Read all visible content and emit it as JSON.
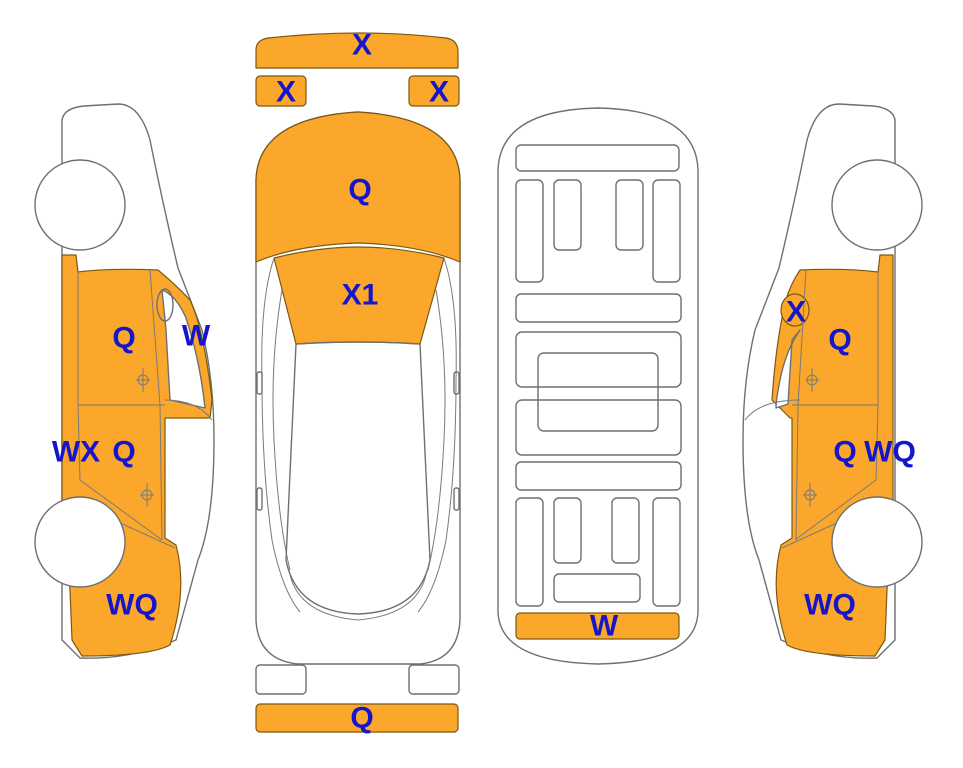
{
  "colors": {
    "marked_fill": "#fba72b",
    "label_text": "#1515cc",
    "outline": "#6f6f6f"
  },
  "labels": {
    "front_bumper": "X",
    "headlight_left": "X",
    "headlight_right": "X",
    "hood": "Q",
    "windshield": "X1",
    "left_front_door": "Q",
    "left_a_pillar": "W",
    "left_rocker": "WX",
    "left_rear_door": "Q",
    "left_rear_quarter": "WQ",
    "trunk_panel": "W",
    "rear_bumper": "Q",
    "right_mirror": "X",
    "right_front_door": "Q",
    "right_rear_door": "Q",
    "right_rocker": "WQ",
    "right_rear_quarter": "WQ"
  }
}
